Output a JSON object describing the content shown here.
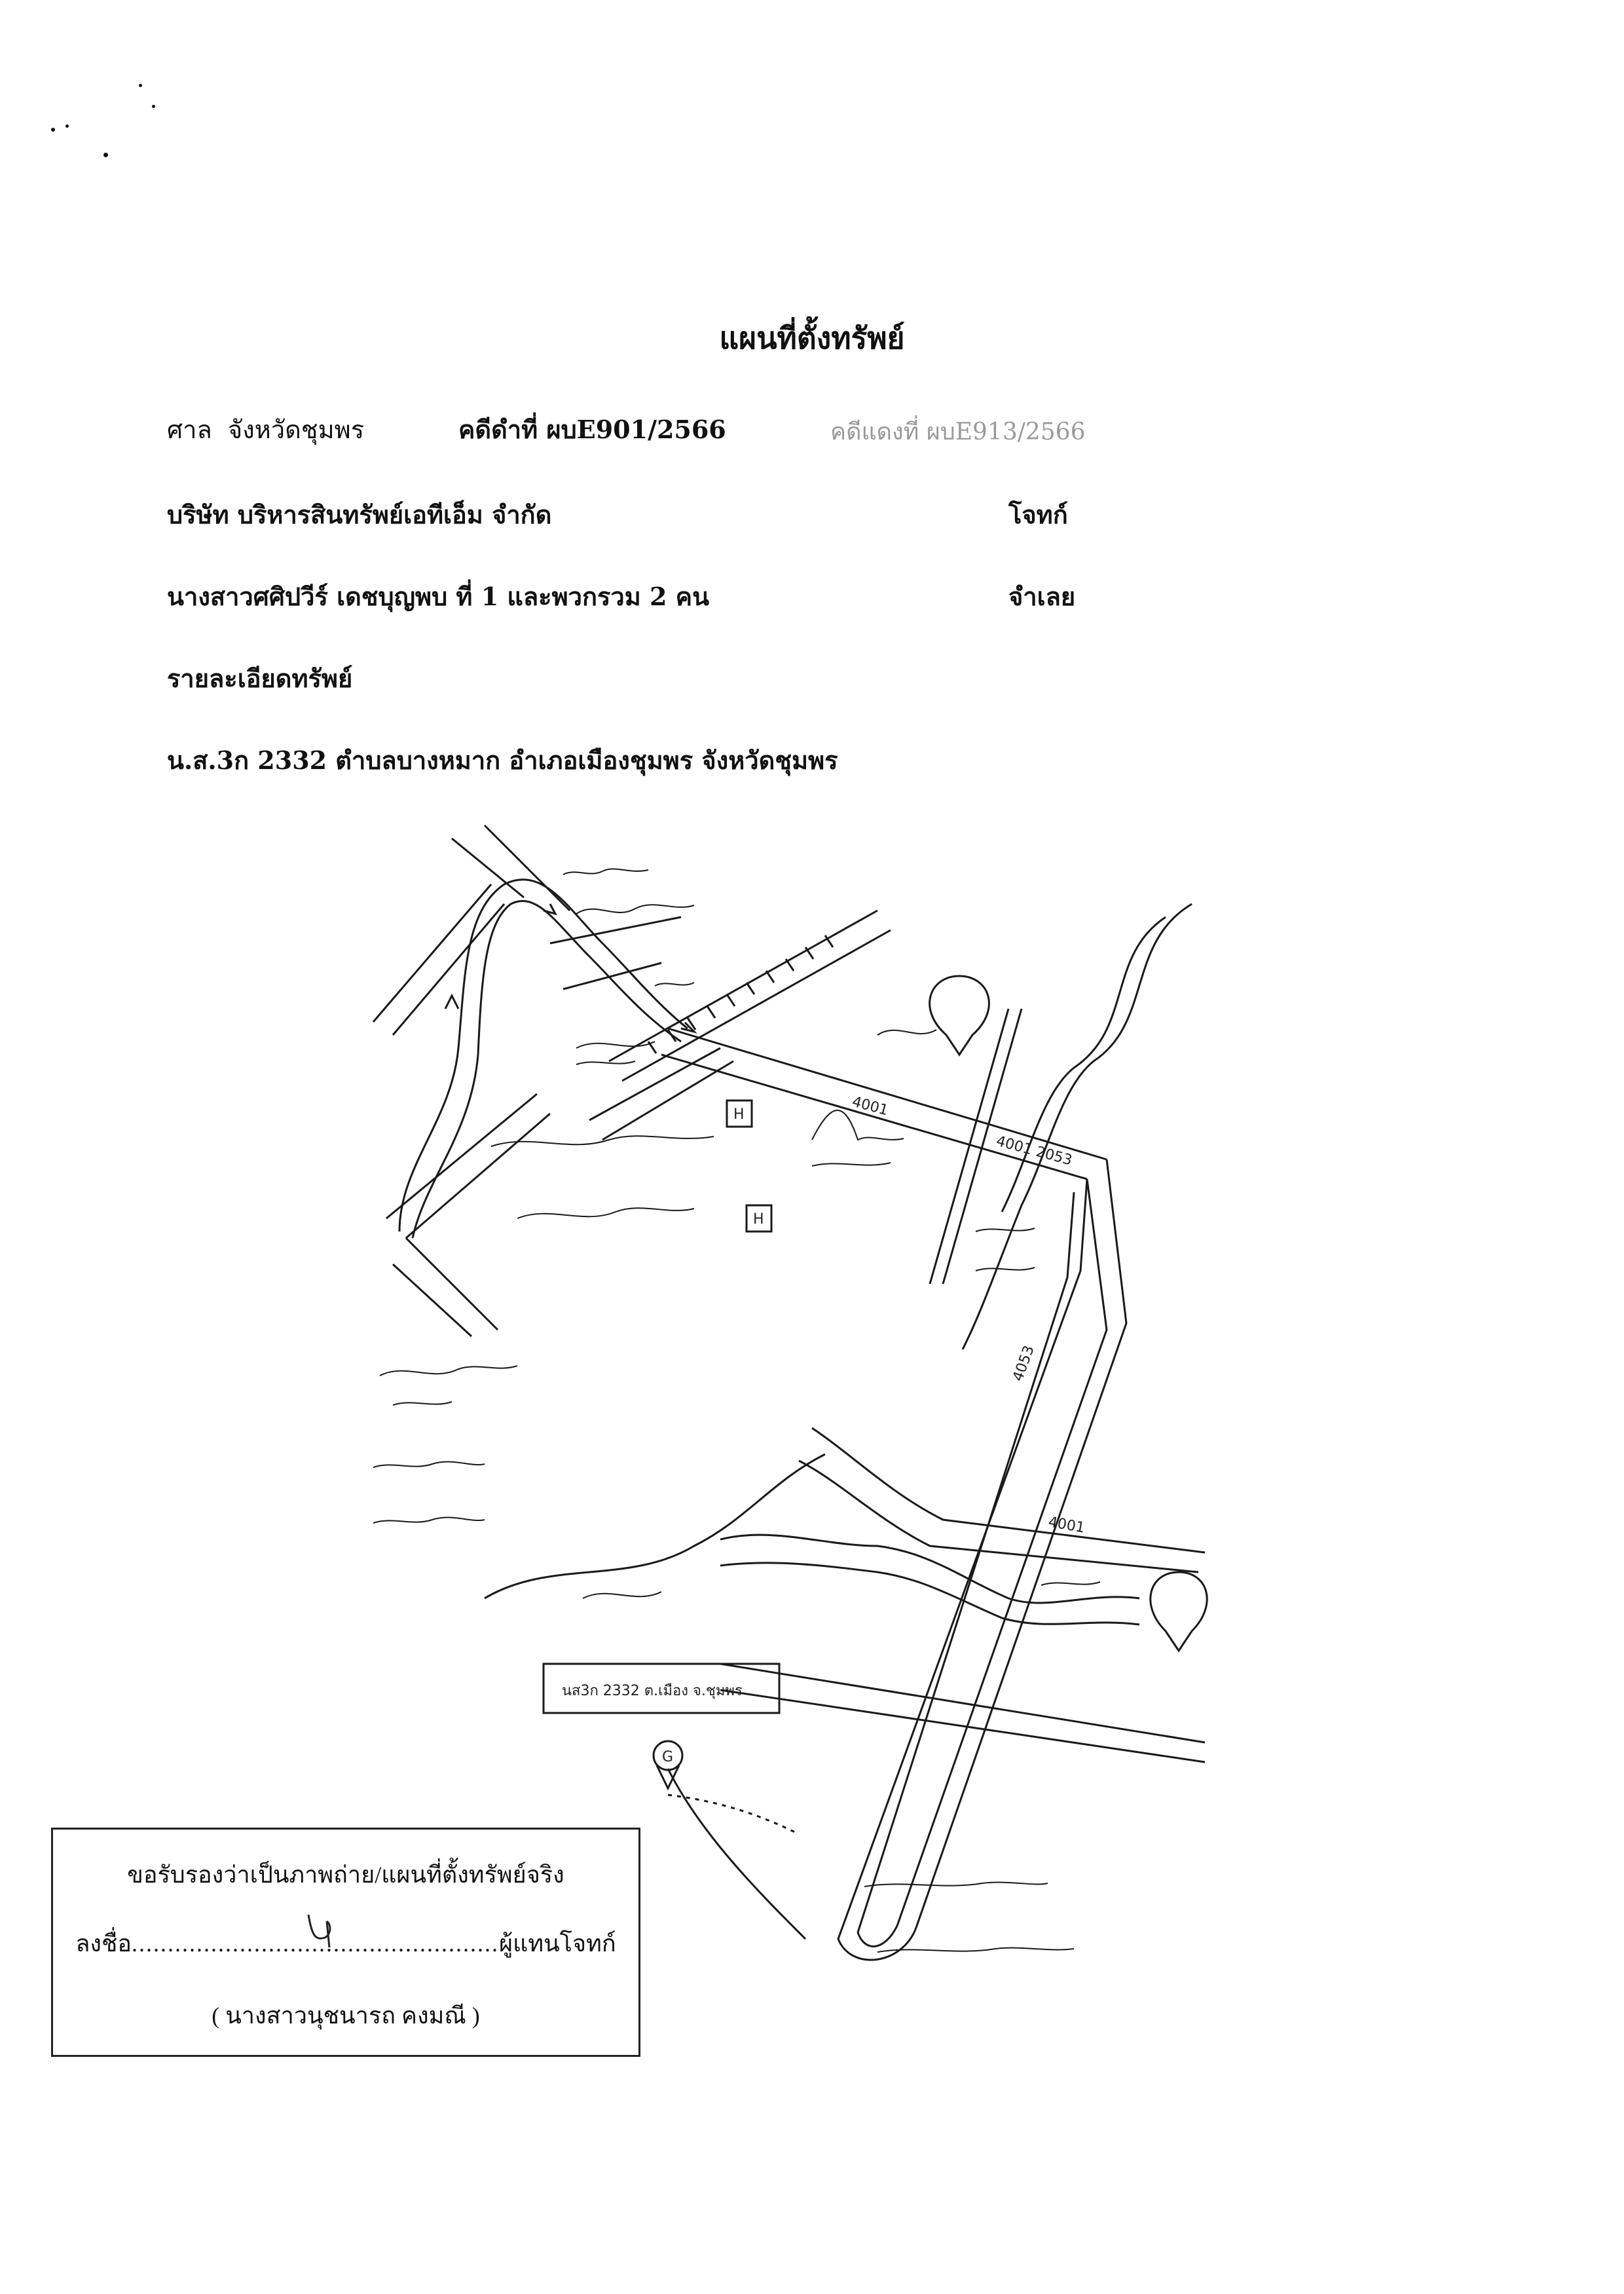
{
  "title": "แผนที่ตั้งทรัพย์",
  "court": {
    "label": "ศาล",
    "value": "จังหวัดชุมพร"
  },
  "black_case": "คดีดำที่ ผบE901/2566",
  "red_case": "คดีแดงที่ ผบE913/2566",
  "plaintiff": {
    "name": "บริษัท บริหารสินทรัพย์เอทีเอ็ม จำกัด",
    "role": "โจทก์"
  },
  "defendant": {
    "name": "นางสาวศศิปวีร์ เดชบุญพบ ที่ 1 และพวกรวม 2 คน",
    "role": "จำเลย"
  },
  "details_heading": "รายละเอียดทรัพย์",
  "property": "น.ส.3ก 2332 ตำบลบางหมาก อำเภอเมืองชุมพร จังหวัดชุมพร",
  "map_labels": {
    "property_box": "นส3ก 2332 ต.เมือง จ.ชุมพร",
    "road_4001": "4001",
    "road_4001_2053": "4001 2053",
    "road_4053": "4053",
    "road_4001_b": "4001",
    "pin_g": "G",
    "pin_h": "H"
  },
  "certification": {
    "line1": "ขอรับรองว่าเป็นภาพถ่าย/แผนที่ตั้งทรัพย์จริง",
    "sign_prefix": "ลงชื่อ",
    "sign_dots": "...................................................",
    "sign_suffix": "ผู้แทนโจทก์",
    "name": "( นางสาวนุชนารถ คงมณี )"
  }
}
